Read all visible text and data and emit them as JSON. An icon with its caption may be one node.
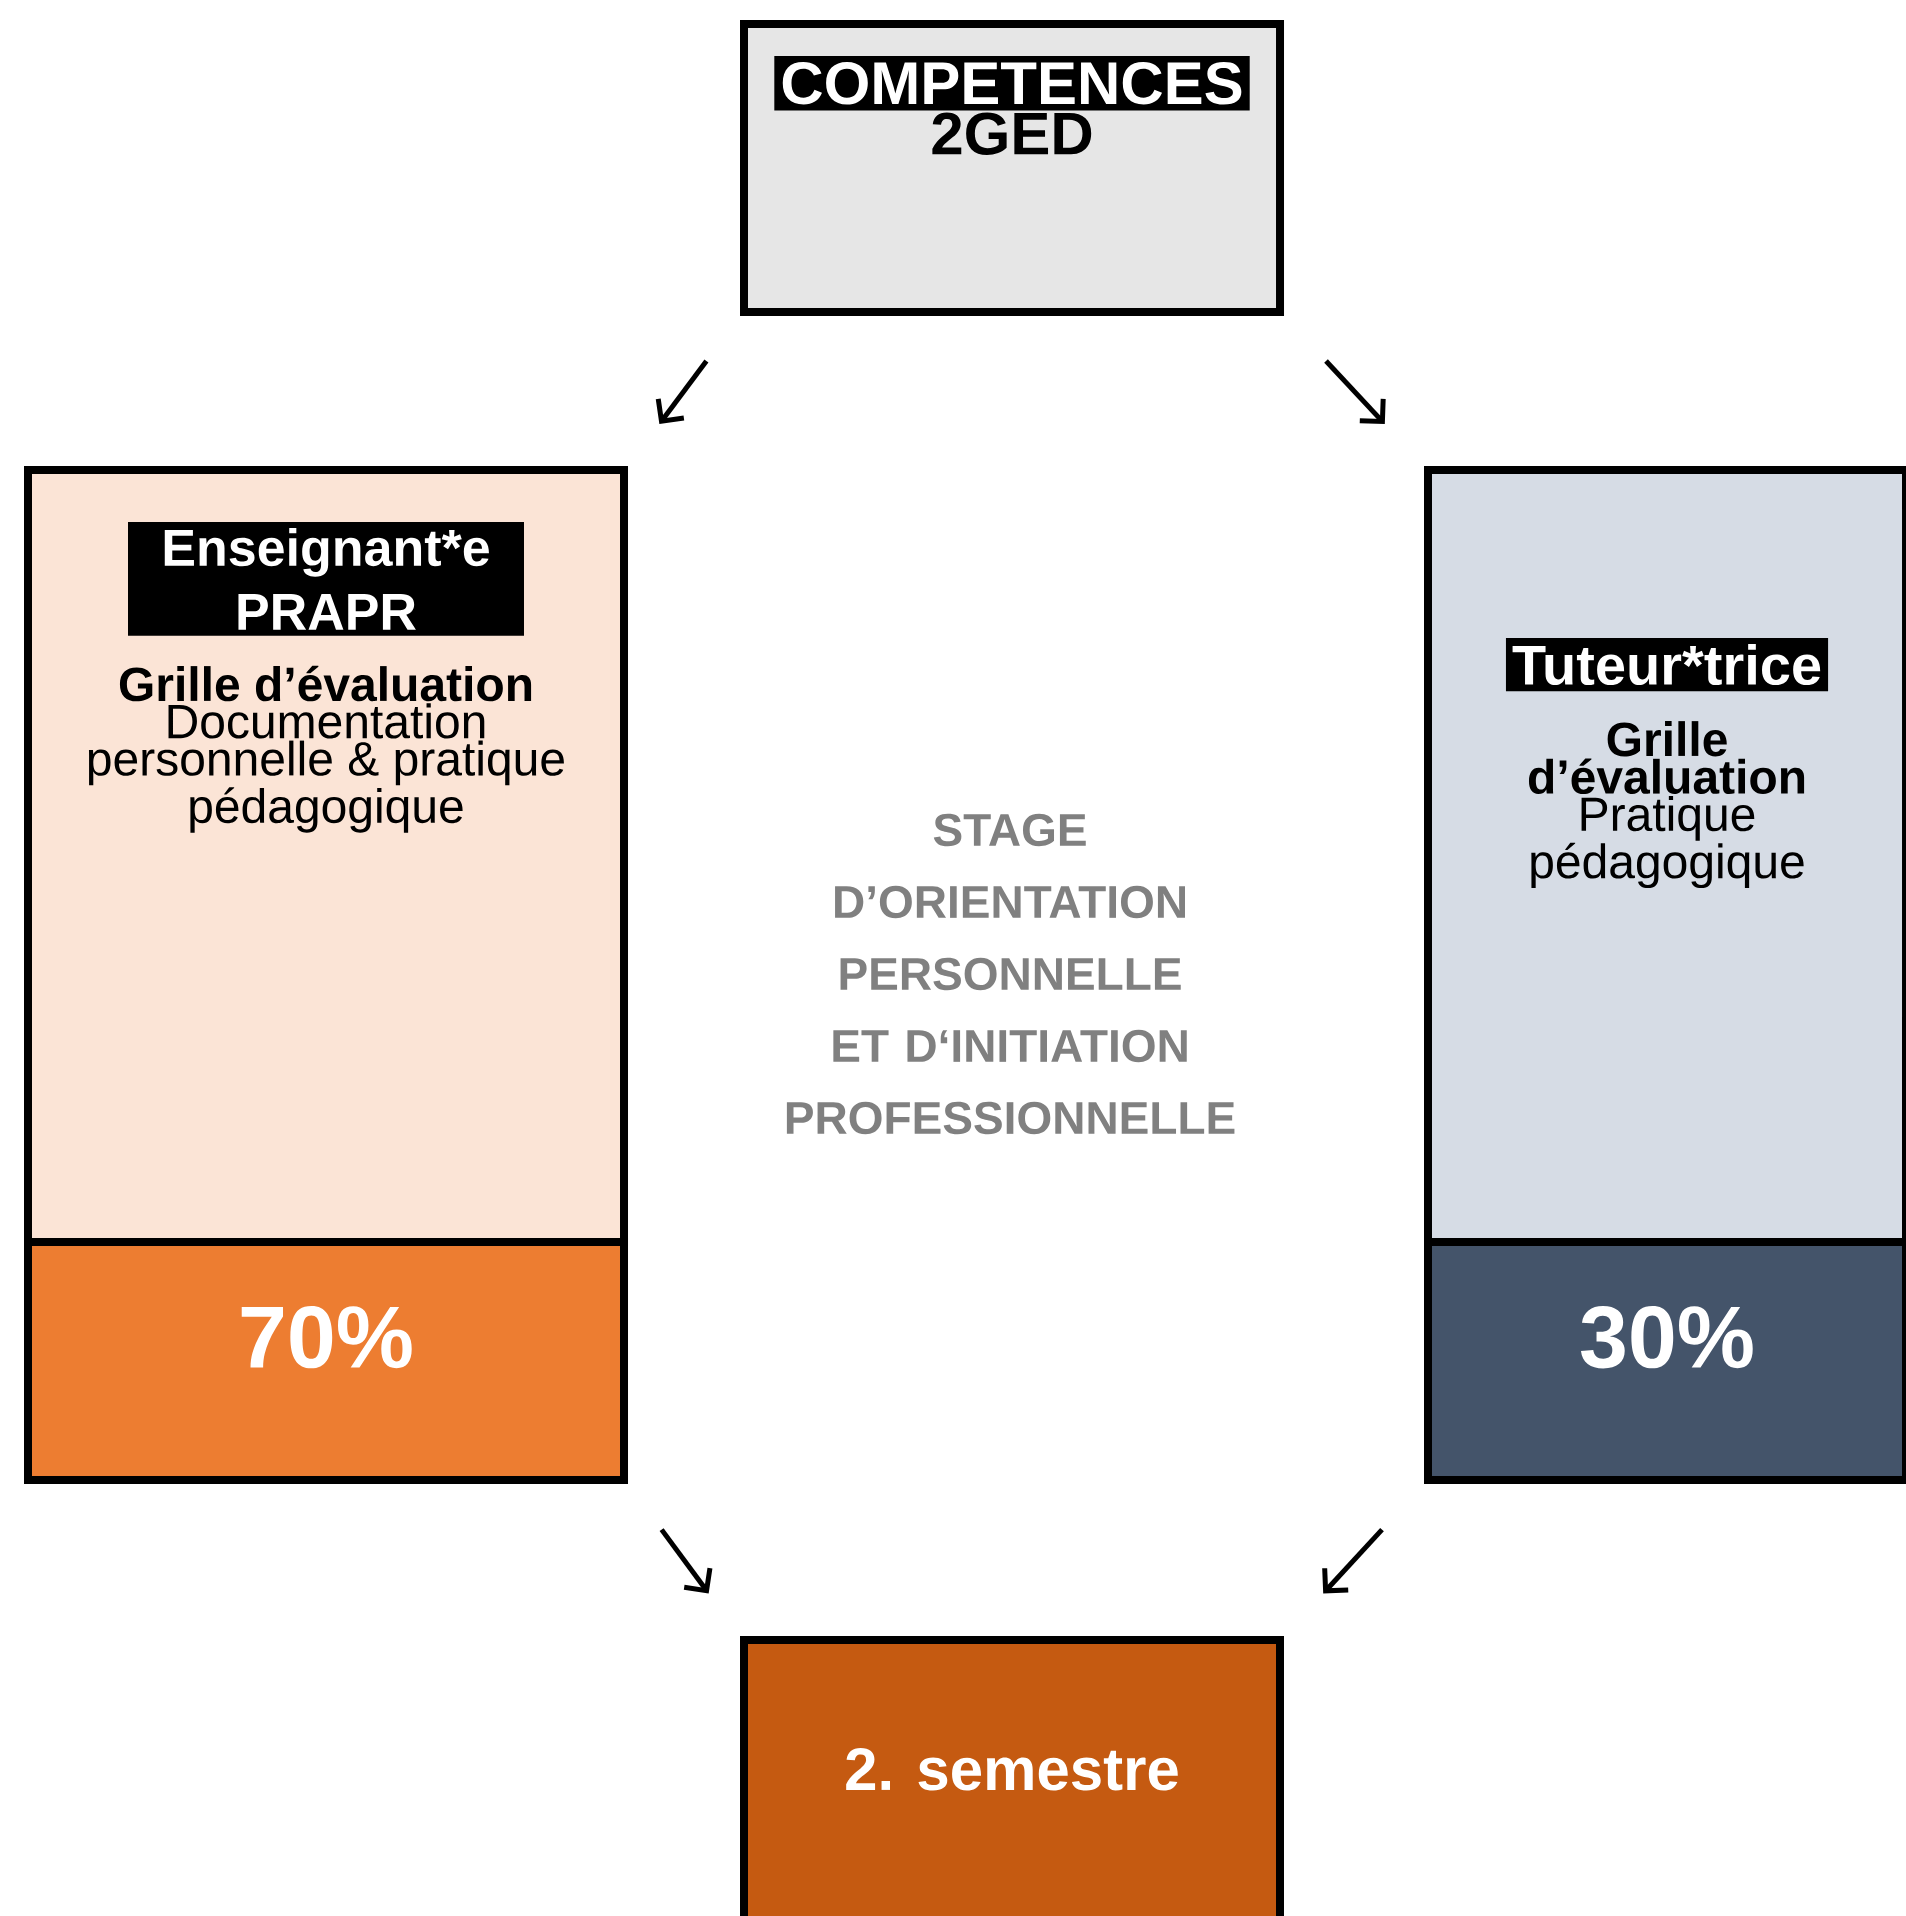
{
  "diagram": {
    "nodes": [
      {
        "text": [
          "COMPETENCES",
          "2GED"
        ]
      },
      {
        "text": [
          "Enseignant*e PRAPR",
          "Grille d’évaluation",
          "Documentation personnelle & pratique pédagogique"
        ]
      },
      {
        "text": [
          "70%"
        ]
      },
      {
        "text": [
          "Tuteur*trice",
          "Grille d’évaluation",
          "Pratique pédagogique"
        ]
      },
      {
        "text": [
          "30%"
        ]
      },
      {
        "text": [
          "2. semestre"
        ]
      }
    ],
    "edges": [
      {
        "from": 0,
        "to": 1,
        "arrow": "to"
      },
      {
        "from": 0,
        "to": 3,
        "arrow": "to"
      },
      {
        "from": 2,
        "to": 5,
        "arrow": "to"
      },
      {
        "from": 4,
        "to": 5,
        "arrow": "to"
      }
    ],
    "labels": [
      "STAGE D’ORIENTATION PERSONNELLE ET D‘INITIATION PROFESSIONNELLE"
    ]
  }
}
